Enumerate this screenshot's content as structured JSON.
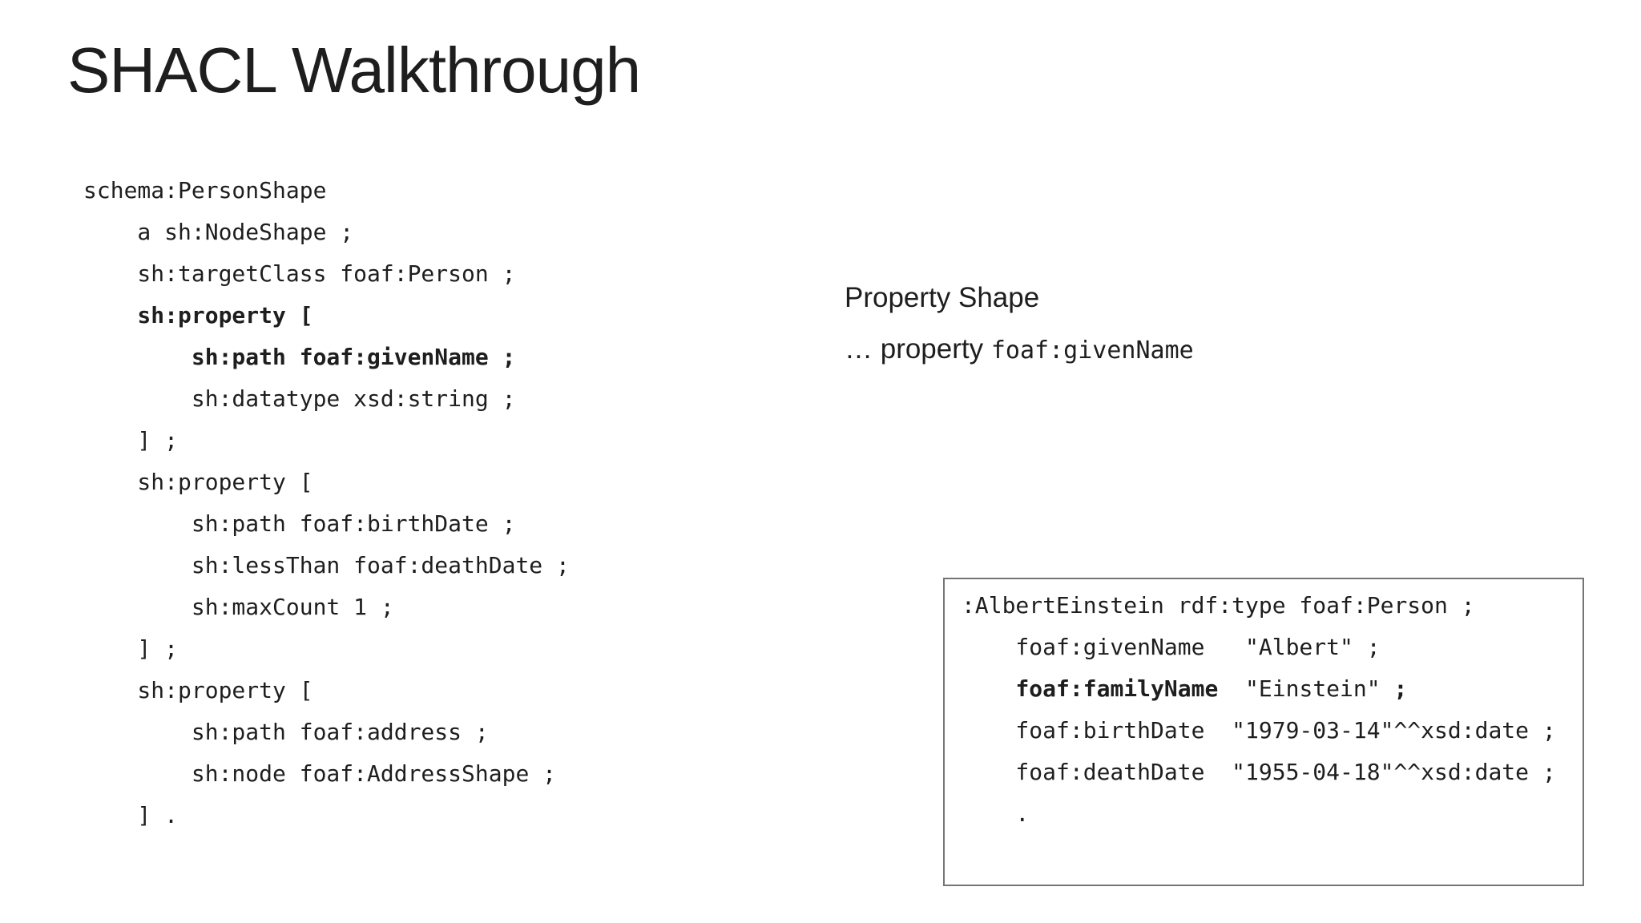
{
  "slide": {
    "title": "SHACL Walkthrough"
  },
  "colors": {
    "background": "#ffffff",
    "text": "#1e1e1e",
    "box_border": "#757575"
  },
  "shape_code": {
    "lines": [
      {
        "segments": [
          {
            "text": "schema:PersonShape",
            "bold": false
          }
        ]
      },
      {
        "segments": [
          {
            "text": "    a sh:NodeShape ;",
            "bold": false
          }
        ]
      },
      {
        "segments": [
          {
            "text": "    sh:targetClass foaf:Person ;",
            "bold": false
          }
        ]
      },
      {
        "segments": [
          {
            "text": "    sh:property [",
            "bold": true
          }
        ]
      },
      {
        "segments": [
          {
            "text": "        sh:path foaf:givenName ;",
            "bold": true
          }
        ]
      },
      {
        "segments": [
          {
            "text": "        sh:datatype xsd:string ;",
            "bold": false
          }
        ]
      },
      {
        "segments": [
          {
            "text": "    ] ;",
            "bold": false
          }
        ]
      },
      {
        "segments": [
          {
            "text": "    sh:property [",
            "bold": false
          }
        ]
      },
      {
        "segments": [
          {
            "text": "        sh:path foaf:birthDate ;",
            "bold": false
          }
        ]
      },
      {
        "segments": [
          {
            "text": "        sh:lessThan foaf:deathDate ;",
            "bold": false
          }
        ]
      },
      {
        "segments": [
          {
            "text": "        sh:maxCount 1 ;",
            "bold": false
          }
        ]
      },
      {
        "segments": [
          {
            "text": "    ] ;",
            "bold": false
          }
        ]
      },
      {
        "segments": [
          {
            "text": "    sh:property [",
            "bold": false
          }
        ]
      },
      {
        "segments": [
          {
            "text": "        sh:path foaf:address ;",
            "bold": false
          }
        ]
      },
      {
        "segments": [
          {
            "text": "        sh:node foaf:AddressShape ;",
            "bold": false
          }
        ]
      },
      {
        "segments": [
          {
            "text": "    ] .",
            "bold": false
          }
        ]
      }
    ]
  },
  "property_shape_note": {
    "heading": "Property Shape",
    "prefix": "… property ",
    "code": "foaf:givenName"
  },
  "instance_box": {
    "lines": [
      {
        "segments": [
          {
            "text": ":AlbertEinstein rdf:type foaf:Person ;",
            "bold": false
          }
        ]
      },
      {
        "segments": [
          {
            "text": "    foaf:givenName   \"Albert\" ;",
            "bold": false
          }
        ]
      },
      {
        "segments": [
          {
            "text": "    ",
            "bold": false
          },
          {
            "text": "foaf:familyName",
            "bold": true
          },
          {
            "text": "  \"Einstein\" ",
            "bold": false
          },
          {
            "text": ";",
            "bold": true
          }
        ]
      },
      {
        "segments": [
          {
            "text": "    foaf:birthDate  \"1979-03-14\"^^xsd:date ;",
            "bold": false
          }
        ]
      },
      {
        "segments": [
          {
            "text": "    foaf:deathDate  \"1955-04-18\"^^xsd:date ;",
            "bold": false
          }
        ]
      },
      {
        "segments": [
          {
            "text": "    .",
            "bold": false
          }
        ]
      }
    ]
  }
}
